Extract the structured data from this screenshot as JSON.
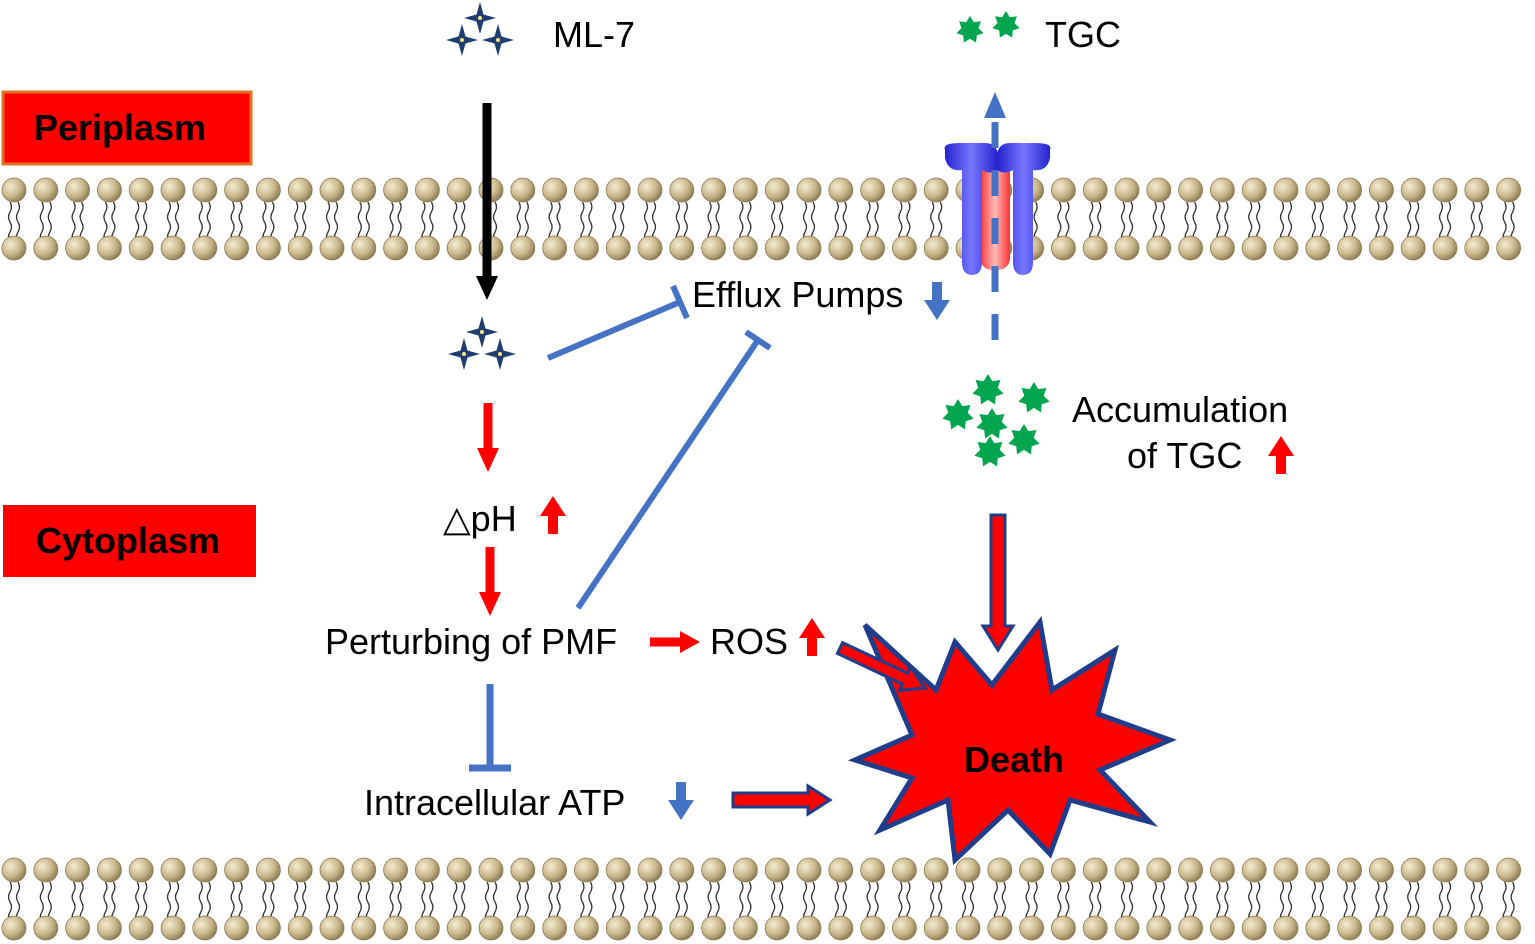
{
  "colors": {
    "red": "#ff0000",
    "blue": "#4472c4",
    "navy": "#1f3d6e",
    "green": "#00a550",
    "lipid_head": "#c8b68a",
    "region_border": "#e07020",
    "pump_blue": "#3333ff",
    "pump_red": "#ff4444",
    "death_border": "#1f3d8a"
  },
  "regions": {
    "periplasm": "Periplasm",
    "cytoplasm": "Cytoplasm"
  },
  "molecules": {
    "ml7": "ML-7",
    "tgc": "TGC"
  },
  "nodes": {
    "efflux_pumps": "Efflux Pumps",
    "accumulation_line1": "Accumulation",
    "accumulation_line2": "of TGC",
    "delta_ph": "△pH",
    "pmf": "Perturbing of PMF",
    "ros": "ROS",
    "atp": "Intracellular ATP",
    "death": "Death"
  },
  "indicators": {
    "efflux_pumps": "down",
    "accumulation": "up",
    "delta_ph": "up",
    "ros": "up",
    "atp": "down"
  },
  "icons": {
    "ml7": "four-point-star-cluster-icon",
    "tgc": "green-seven-point-star-icon",
    "pump": "efflux-pump-channel-icon",
    "membrane": "phospholipid-bilayer",
    "death": "explosion-burst-icon"
  }
}
